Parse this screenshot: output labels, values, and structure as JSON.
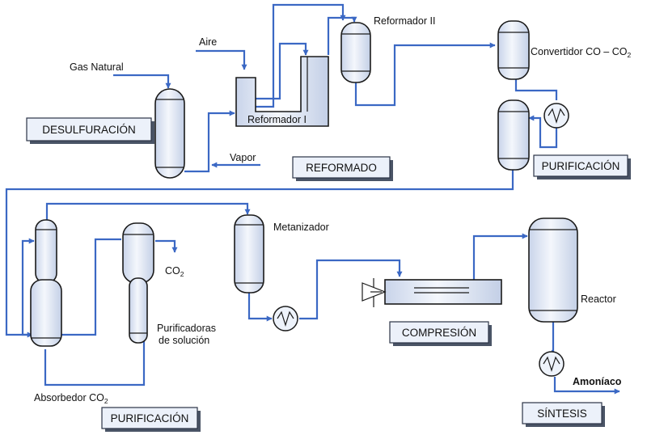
{
  "labels": {
    "gas_natural": "Gas Natural",
    "aire": "Aire",
    "vapor": "Vapor",
    "reformador_1": "Reformador I",
    "reformador_2": "Reformador II",
    "convertidor_prefix": "Convertidor CO – CO",
    "convertidor_sub": "2",
    "metanizador": "Metanizador",
    "co2_main": "CO",
    "co2_sub": "2",
    "purificadoras_line1": "Purificadoras",
    "purificadoras_line2": "de solución",
    "absorbedor_main": "Absorbedor CO",
    "absorbedor_sub": "2",
    "reactor": "Reactor",
    "amoniaco": "Amoníaco"
  },
  "sections": {
    "desulfuracion": "DESULFURACIÓN",
    "reformado": "REFORMADO",
    "purificacion_top": "PURIFICACIÓN",
    "purificacion_bottom": "PURIFICACIÓN",
    "compresion": "COMPRESIÓN",
    "sintesis": "SÍNTESIS"
  },
  "colors": {
    "pipe": "#3b68c4",
    "vessel_fill": "#e3e9f6"
  }
}
